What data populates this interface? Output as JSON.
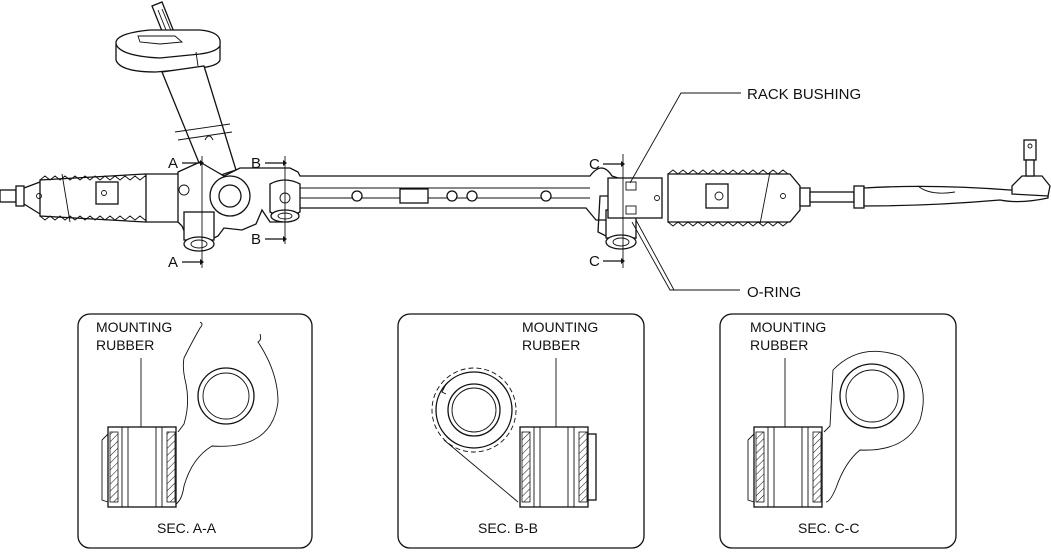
{
  "title": "Steering gear and linkage — rack housing mounting sections",
  "callouts": {
    "rack_bushing": "RACK BUSHING",
    "o_ring": "O-RING"
  },
  "section_markers": {
    "a": "A",
    "b": "B",
    "c": "C"
  },
  "sections": [
    {
      "id": "a",
      "part_label_line1": "MOUNTING",
      "part_label_line2": "RUBBER",
      "caption": "SEC. A-A"
    },
    {
      "id": "b",
      "part_label_line1": "MOUNTING",
      "part_label_line2": "RUBBER",
      "caption": "SEC. B-B"
    },
    {
      "id": "c",
      "part_label_line1": "MOUNTING",
      "part_label_line2": "RUBBER",
      "caption": "SEC. C-C"
    }
  ]
}
